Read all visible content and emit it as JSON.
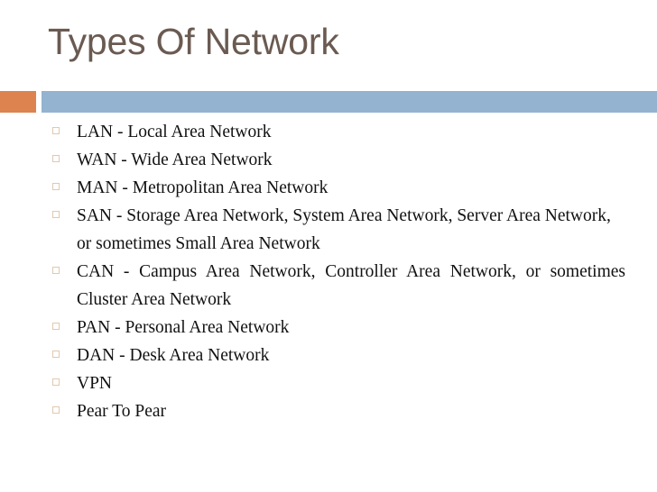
{
  "slide": {
    "title": "Types Of Network",
    "colors": {
      "title_text": "#6a5a51",
      "accent_orange": "#dd8350",
      "divider_blue": "#93b3d0",
      "bullet_marker": "#e0c9b0",
      "body_text": "#111111",
      "background": "#ffffff"
    },
    "bullets": [
      {
        "text": "LAN - Local Area Network",
        "justified": false
      },
      {
        "text": "WAN - Wide Area Network",
        "justified": false
      },
      {
        "text": "MAN - Metropolitan Area Network",
        "justified": false
      },
      {
        "text": "SAN - Storage Area Network, System Area Network, Server Area Network, or sometimes Small Area Network",
        "justified": false
      },
      {
        "text": "CAN - Campus Area Network, Controller Area Network, or sometimes Cluster Area Network",
        "justified": true
      },
      {
        "text": "PAN - Personal Area Network",
        "justified": false
      },
      {
        "text": "DAN - Desk Area Network",
        "justified": false
      },
      {
        "text": "VPN",
        "justified": false
      },
      {
        "text": "Pear To Pear",
        "justified": false
      }
    ]
  }
}
